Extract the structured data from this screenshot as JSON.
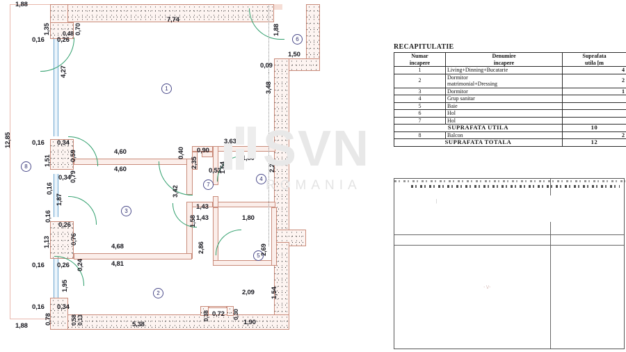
{
  "document": {
    "type": "architectural-floor-plan-scan",
    "watermark": {
      "brand": "SVN",
      "subtitle": "ROMANIA"
    }
  },
  "recap": {
    "title": "RECAPITULATIE",
    "headers": {
      "number": [
        "Numar",
        "incapere"
      ],
      "name": [
        "Denumire",
        "incapere"
      ],
      "area": [
        "Suprafata",
        "utila  [m"
      ]
    },
    "rows": [
      {
        "nr": "1",
        "name": "Living+Dinning+Bucatarie",
        "area": "4"
      },
      {
        "nr": "2",
        "name": "Dormitor\nmatrimonial+Dressing",
        "name_line1": "Dormitor",
        "name_line2": "matrimonial+Dressing",
        "area": "2"
      },
      {
        "nr": "3",
        "name": "Dormitor",
        "area": "1"
      },
      {
        "nr": "4",
        "name": "Grup sanitar",
        "area": ""
      },
      {
        "nr": "5",
        "name": "Baie",
        "area": ""
      },
      {
        "nr": "6",
        "name": "Hol",
        "area": ""
      },
      {
        "nr": "7",
        "name": "Hol",
        "area": ""
      }
    ],
    "subtotal": {
      "label": "SUPRAFATA  UTILA",
      "area": "10"
    },
    "balcony": {
      "nr": "8",
      "name": "Balcon",
      "area": "2"
    },
    "total": {
      "label": "SUPRAFATA  TOTALA",
      "area": "12"
    }
  },
  "plan": {
    "rooms": [
      {
        "id": "1",
        "label": "1"
      },
      {
        "id": "2",
        "label": "2"
      },
      {
        "id": "3",
        "label": "3"
      },
      {
        "id": "4",
        "label": "4"
      },
      {
        "id": "5",
        "label": "5"
      },
      {
        "id": "6",
        "label": "6"
      },
      {
        "id": "7",
        "label": "7"
      },
      {
        "id": "8",
        "label": "8"
      }
    ],
    "dimensions": {
      "top_left_1": "1,88",
      "top_left_2": "1,35",
      "top_left_3": "0,70",
      "top_left_4": "0,16",
      "top_left_5": "0,26",
      "top_left_6": "0,48",
      "top_main": "7,74",
      "balcony_depth": "1,88",
      "balcony_width": "1,50",
      "right_small": "0,09",
      "right_tall": "3,48",
      "left_overall": "12,85",
      "living_left": "4,27",
      "mid_a": "0,16",
      "mid_b": "0,34",
      "mid_c": "1,51",
      "mid_d": "0,59",
      "mid_e": "0,79",
      "mid_f": "0,16",
      "mid_g": "0,34",
      "mid_h": "1,87",
      "room3_top_a": "4,60",
      "room3_top_b": "4,60",
      "room3_bot_a": "4,68",
      "room3_bot_b": "4,81",
      "room3_right": "3,42",
      "n040": "0,40",
      "n235": "2,35",
      "n090": "0,90",
      "n053": "0,53",
      "n164": "1,64",
      "n363": "3,63",
      "n180_top": "1,80",
      "n220": "2,20",
      "n143_a": "1,43",
      "n143_b": "1,43",
      "n180_mid": "1,80",
      "n158": "1,58",
      "n286": "2,86",
      "n269": "2,69",
      "n209": "2,09",
      "n154": "1,54",
      "low_a": "0,16",
      "low_b": "0,26",
      "low_c": "1,13",
      "low_d": "0,76",
      "low_e": "0,24",
      "low_f": "0,16",
      "low_g": "0,26",
      "n195": "1,95",
      "low_h": "0,16",
      "low_i": "0,34",
      "n078": "0,78",
      "n058": "0,58",
      "n013": "0,13",
      "bottom_left": "1,88",
      "bottom_main": "5,38",
      "n038": "0,38",
      "n072": "0,72",
      "n030": "0,30",
      "n190": "1,90"
    }
  },
  "colors": {
    "wall_stroke": "#c98b7a",
    "wall_fill": "#fbeeea",
    "door_swing": "#2e9e6b",
    "glazing": "#6aa4cf",
    "room_bubble": "#4a4a8a",
    "dim_text": "#16161d",
    "watermark": "#e8e8e8"
  }
}
